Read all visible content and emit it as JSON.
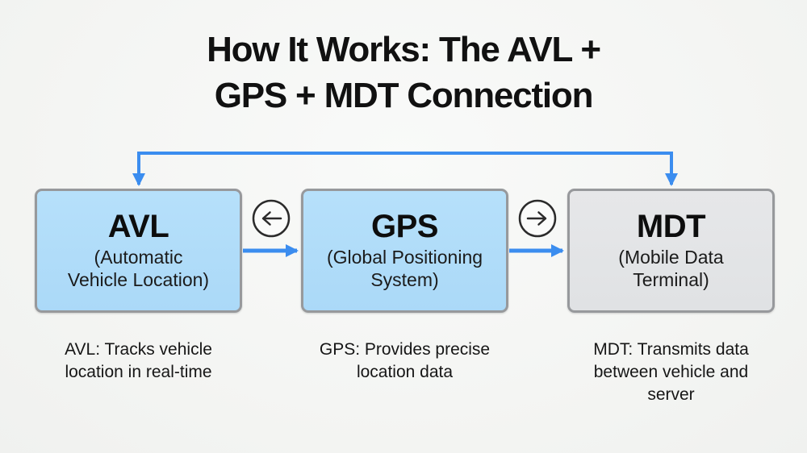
{
  "title": {
    "line1": "How It Works: The AVL +",
    "line2": "GPS + MDT Connection"
  },
  "nodes": {
    "avl": {
      "acronym": "AVL",
      "sub1": "(Automatic",
      "sub2": "Vehicle Location)"
    },
    "gps": {
      "acronym": "GPS",
      "sub1": "(Global Positioning",
      "sub2": "System)"
    },
    "mdt": {
      "acronym": "MDT",
      "sub1": "(Mobile Data",
      "sub2": "Terminal)"
    }
  },
  "captions": {
    "avl": {
      "line1": "AVL: Tracks vehicle",
      "line2": "location in real-time"
    },
    "gps": {
      "line1": "GPS: Provides precise",
      "line2": "location data"
    },
    "mdt": {
      "line1": "MDT: Transmits data",
      "line2": "between vehicle and",
      "line3": "server"
    }
  },
  "icons": {
    "between_avl_gps": "circled-left-arrow-icon",
    "between_gps_mdt": "circled-right-arrow-icon"
  },
  "connections": {
    "top_link": "MDT and AVL linked by top line with downward arrows into both",
    "avl_to_gps": "blue arrow pointing right into GPS",
    "gps_to_mdt": "blue arrow pointing right into MDT"
  },
  "colors": {
    "background": "#f5f6f4",
    "arrow_blue": "#3b8def",
    "node_blue_fill": "#aedcf9",
    "node_gray_fill": "#e2e4e6",
    "node_border": "#97999c",
    "icon_stroke": "#2b2b2b",
    "icon_fill": "#fafbfa",
    "title_text": "#111111",
    "body_text": "#161616"
  }
}
